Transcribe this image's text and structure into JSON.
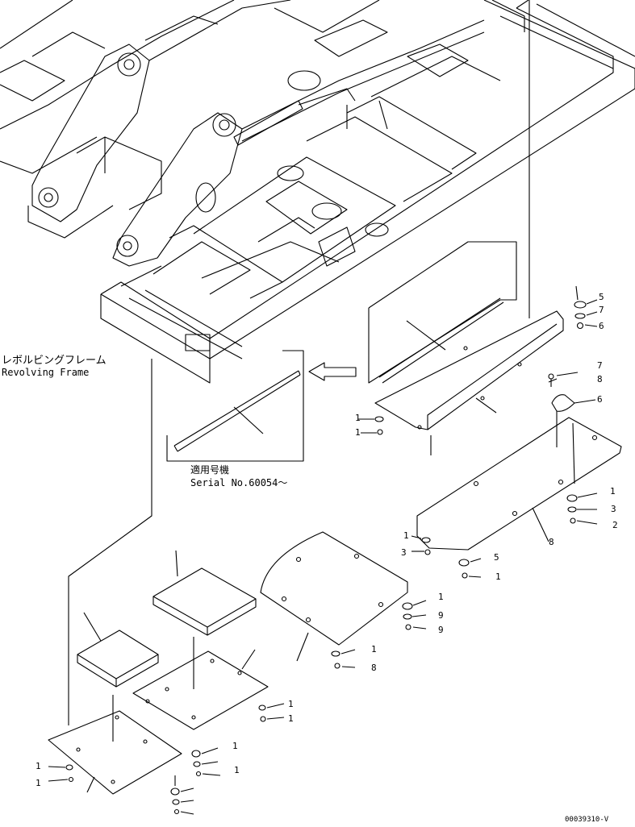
{
  "labels": {
    "frame_jp": "レボルビングフレーム",
    "frame_en": "Revolving Frame",
    "serial_jp": "適用号機",
    "serial_en": "Serial No.60054～",
    "drawing_number": "00039310-V"
  },
  "callouts": [
    "5",
    "7",
    "6",
    "7",
    "8",
    "6",
    "1",
    "1",
    "8",
    "2",
    "1",
    "3",
    "3",
    "5",
    "1",
    "1",
    "9",
    "9",
    "1",
    "1",
    "8",
    "1",
    "1",
    "1",
    "1",
    "1",
    "1"
  ],
  "icons": [
    "revolving-frame-drawing",
    "arrow-left-icon",
    "bolt-icon",
    "washer-icon",
    "nut-icon"
  ]
}
